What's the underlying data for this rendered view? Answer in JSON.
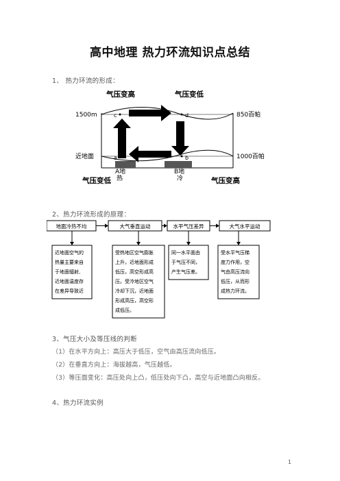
{
  "title": "高中地理  热力环流知识点总结",
  "sections": [
    {
      "label": "1、  热力环流的形成："
    },
    {
      "label": "2、热力环流形成的原理："
    },
    {
      "label": "3、气压大小及等压线的判断"
    },
    {
      "label": "4、热力环流实例"
    }
  ],
  "diagram1": {
    "label_top_left": "气压变高",
    "label_top_right": "气压变低",
    "label_bottom_left": "气压变低",
    "label_bottom_right": "气压变高",
    "altitude_high": "1500m",
    "altitude_ground": "近地面",
    "pressure_high": "850百帕",
    "pressure_ground": "1000百帕",
    "point_c": "c",
    "point_d": "d",
    "point_a": "a",
    "point_b": "b",
    "place_a": "A地",
    "temp_a": "热",
    "place_b": "B地",
    "temp_b": "冷"
  },
  "flowchart": {
    "headers": [
      "地面冷热不均",
      "大气垂直运动",
      "水平气压差异",
      "大气水平运动"
    ],
    "details": [
      [
        "近地面空气的",
        "热量主要来自",
        "于地面辐射,",
        "近地面温度存",
        "在差异导致近"
      ],
      [
        "受热地区空气膨胀",
        "上升，近地面形成",
        "低压，高空形成高",
        "压。受冷地区空气",
        "冷却下沉，近地面",
        "形成高压，高空形",
        "成低压。"
      ],
      [
        "同一水平面由",
        "于气压不同，",
        "产生气压差。"
      ],
      [
        "受水平气压梯",
        "度力作用，空",
        "气由高压流向",
        "低压，从而形",
        "成热力环流。"
      ]
    ]
  },
  "judgments": [
    "（1）在水平方向上：高压大于低压，空气由高压流向低压。",
    "（2）在垂直方向上：海拔越高，气压越低。",
    "（3）等压面变化：高压处向上凸，低压处向下凸，高空与近地面凸向相反。"
  ],
  "page_number": "1"
}
